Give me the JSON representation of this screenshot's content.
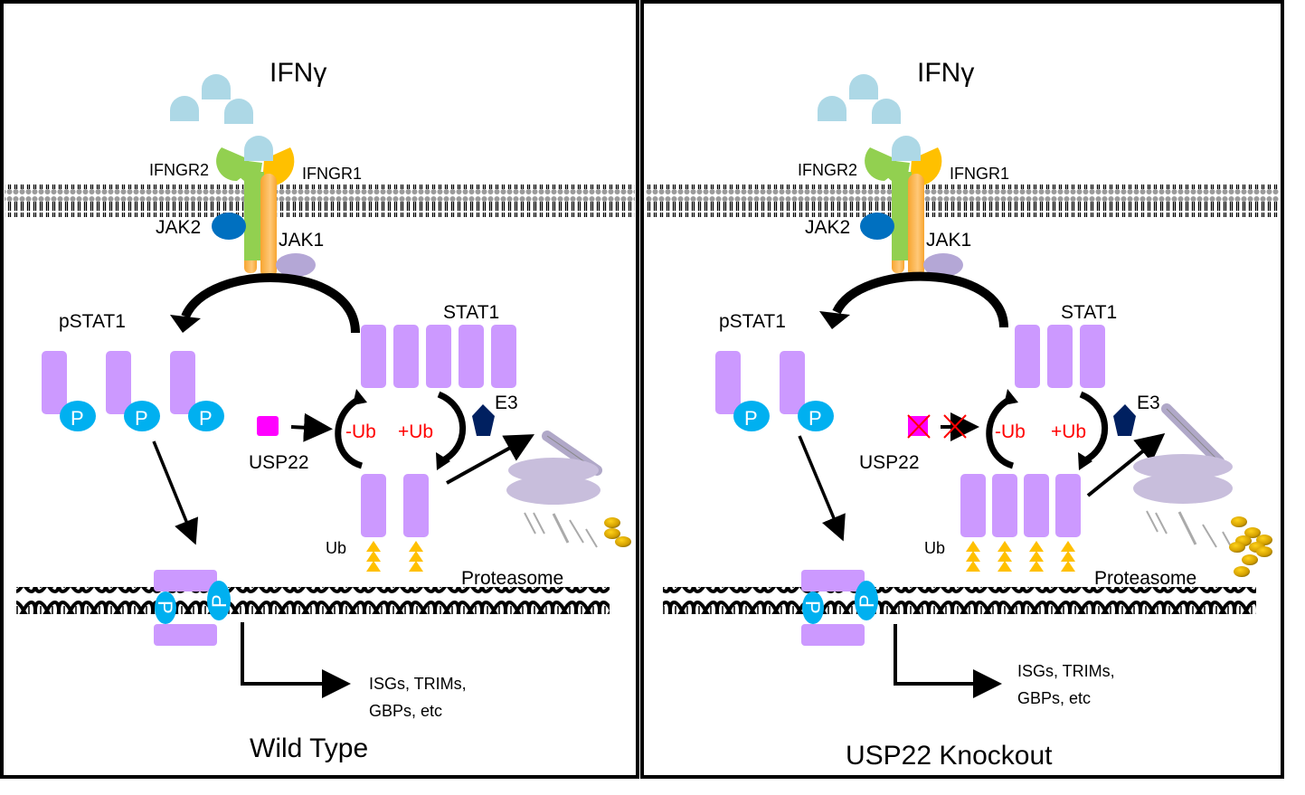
{
  "colors": {
    "stat": "#cc99ff",
    "phospho": "#00b0f0",
    "ifng": "#add8e6",
    "ifngr2": "#92d050",
    "ifngr1": "#ffc000",
    "chain": "#ffb84d",
    "jak2": "#0070c0",
    "jak1": "#b4a7d6",
    "usp22": "#ff00ff",
    "e3": "#002060",
    "ub": "#ffc000",
    "proteasome": "#c8bedc",
    "ub_label": "#ff0000"
  },
  "panels": [
    {
      "id": "wild-type",
      "title": "Wild Type",
      "ligand": "IFNγ",
      "receptor2": "IFNGR2",
      "receptor1": "IFNGR1",
      "jak2": "JAK2",
      "jak1": "JAK1",
      "pstat": "pSTAT1",
      "stat": "STAT1",
      "e3": "E3",
      "usp22": "USP22",
      "deub": "-Ub",
      "ub_add": "+Ub",
      "ub": "Ub",
      "proteasome": "Proteasome",
      "phospho": "P",
      "targets_line1": "ISGs, TRIMs,",
      "targets_line2": "GBPs, etc",
      "stat_count": 5,
      "pstat_count": 3,
      "ubstat_count": 2,
      "usp22_knocked_out": false
    },
    {
      "id": "usp22-knockout",
      "title": "USP22  Knockout",
      "ligand": "IFNγ",
      "receptor2": "IFNGR2",
      "receptor1": "IFNGR1",
      "jak2": "JAK2",
      "jak1": "JAK1",
      "pstat": "pSTAT1",
      "stat": "STAT1",
      "e3": "E3",
      "usp22": "USP22",
      "deub": "-Ub",
      "ub_add": "+Ub",
      "ub": "Ub",
      "proteasome": "Proteasome",
      "phospho": "P",
      "targets_line1": "ISGs, TRIMs,",
      "targets_line2": "GBPs, etc",
      "stat_count": 3,
      "pstat_count": 2,
      "ubstat_count": 4,
      "usp22_knocked_out": true
    }
  ]
}
